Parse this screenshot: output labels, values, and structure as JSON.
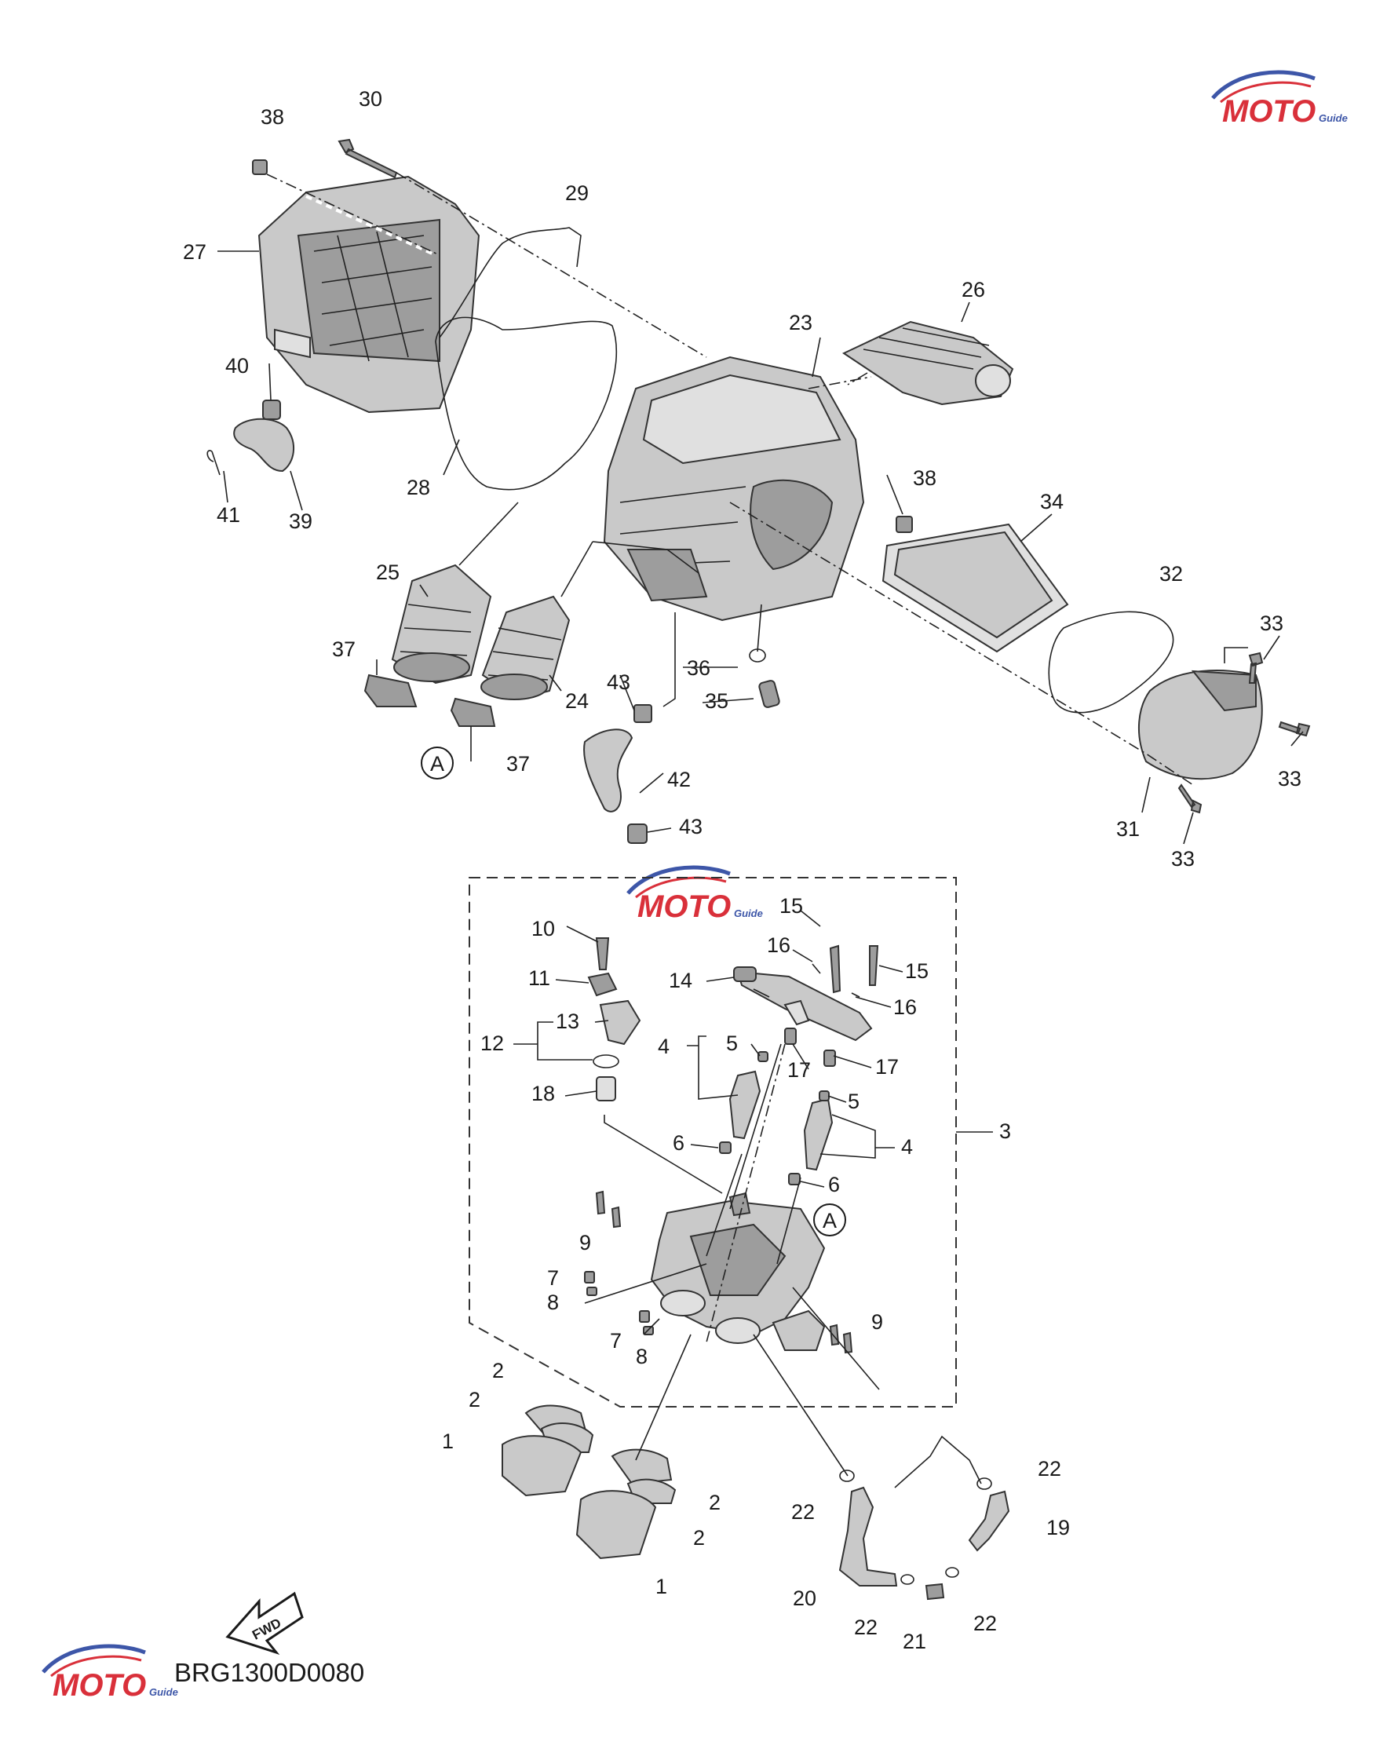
{
  "diagram_code": "BRG1300D0080",
  "fwd_label": "FWD",
  "detail_marker": "A",
  "watermark": {
    "text": "MOTO",
    "subtext": "Guide",
    "color_blue": "#3d56a8",
    "color_red": "#d9303a"
  },
  "callouts": [
    {
      "id": "c38a",
      "label": "38"
    },
    {
      "id": "c30",
      "label": "30"
    },
    {
      "id": "c29",
      "label": "29"
    },
    {
      "id": "c27",
      "label": "27"
    },
    {
      "id": "c26",
      "label": "26"
    },
    {
      "id": "c23",
      "label": "23"
    },
    {
      "id": "c40",
      "label": "40"
    },
    {
      "id": "c28",
      "label": "28"
    },
    {
      "id": "c41",
      "label": "41"
    },
    {
      "id": "c39",
      "label": "39"
    },
    {
      "id": "c38b",
      "label": "38"
    },
    {
      "id": "c34",
      "label": "34"
    },
    {
      "id": "c25",
      "label": "25"
    },
    {
      "id": "c32",
      "label": "32"
    },
    {
      "id": "c33a",
      "label": "33"
    },
    {
      "id": "c37a",
      "label": "37"
    },
    {
      "id": "c36",
      "label": "36"
    },
    {
      "id": "c24",
      "label": "24"
    },
    {
      "id": "c43a",
      "label": "43"
    },
    {
      "id": "c35",
      "label": "35"
    },
    {
      "id": "c33b",
      "label": "33"
    },
    {
      "id": "c37b",
      "label": "37"
    },
    {
      "id": "c42",
      "label": "42"
    },
    {
      "id": "c31",
      "label": "31"
    },
    {
      "id": "c43b",
      "label": "43"
    },
    {
      "id": "c33c",
      "label": "33"
    },
    {
      "id": "c15a",
      "label": "15"
    },
    {
      "id": "c10",
      "label": "10"
    },
    {
      "id": "c16a",
      "label": "16"
    },
    {
      "id": "c15b",
      "label": "15"
    },
    {
      "id": "c11",
      "label": "11"
    },
    {
      "id": "c14",
      "label": "14"
    },
    {
      "id": "c16b",
      "label": "16"
    },
    {
      "id": "c13",
      "label": "13"
    },
    {
      "id": "c12",
      "label": "12"
    },
    {
      "id": "c5a",
      "label": "5"
    },
    {
      "id": "c4a",
      "label": "4"
    },
    {
      "id": "c17a",
      "label": "17"
    },
    {
      "id": "c17b",
      "label": "17"
    },
    {
      "id": "c18",
      "label": "18"
    },
    {
      "id": "c5b",
      "label": "5"
    },
    {
      "id": "c3",
      "label": "3"
    },
    {
      "id": "c4b",
      "label": "4"
    },
    {
      "id": "c6a",
      "label": "6"
    },
    {
      "id": "c6b",
      "label": "6"
    },
    {
      "id": "c9a",
      "label": "9"
    },
    {
      "id": "c7a",
      "label": "7"
    },
    {
      "id": "c8a",
      "label": "8"
    },
    {
      "id": "c9b",
      "label": "9"
    },
    {
      "id": "c7b",
      "label": "7"
    },
    {
      "id": "c8b",
      "label": "8"
    },
    {
      "id": "c2a",
      "label": "2"
    },
    {
      "id": "c2b",
      "label": "2"
    },
    {
      "id": "c1a",
      "label": "1"
    },
    {
      "id": "c22a",
      "label": "22"
    },
    {
      "id": "c2c",
      "label": "2"
    },
    {
      "id": "c22b",
      "label": "22"
    },
    {
      "id": "c2d",
      "label": "2"
    },
    {
      "id": "c19",
      "label": "19"
    },
    {
      "id": "c1b",
      "label": "1"
    },
    {
      "id": "c20",
      "label": "20"
    },
    {
      "id": "c22c",
      "label": "22"
    },
    {
      "id": "c22d",
      "label": "22"
    },
    {
      "id": "c21",
      "label": "21"
    }
  ]
}
